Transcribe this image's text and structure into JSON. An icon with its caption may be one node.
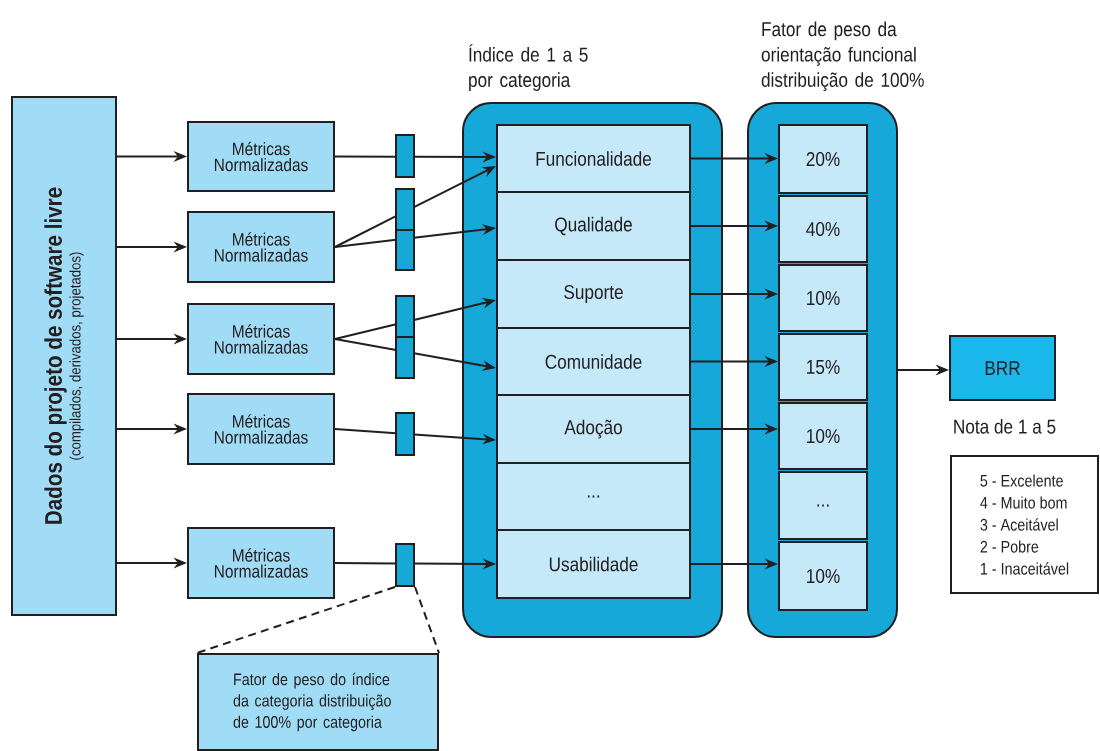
{
  "diagram": {
    "nodes": [
      {
        "text": [
          "Dados do projeto de software livre",
          "(compilados, derivados, projetados)"
        ]
      },
      {
        "text": [
          "Métricas Normalizadas"
        ]
      },
      {
        "text": [
          "Métricas Normalizadas"
        ]
      },
      {
        "text": [
          "Métricas Normalizadas"
        ]
      },
      {
        "text": [
          "Métricas Normalizadas"
        ]
      },
      {
        "text": [
          "Métricas Normalizadas"
        ]
      },
      {
        "text": [],
        "shape": "bar"
      },
      {
        "text": [],
        "shape": "bar"
      },
      {
        "text": [],
        "shape": "bar"
      },
      {
        "text": [],
        "shape": "bar"
      },
      {
        "text": [],
        "shape": "bar"
      },
      {
        "text": [],
        "shape": "bar"
      },
      {
        "text": [],
        "shape": "bar"
      },
      {
        "text": [
          "Índice de 1 a 5 por categoria"
        ]
      },
      {
        "text": [
          "Funcionalidade"
        ],
        "in": 13
      },
      {
        "text": [
          "Qualidade"
        ],
        "in": 13
      },
      {
        "text": [
          "Suporte"
        ],
        "in": 13
      },
      {
        "text": [
          "Comunidade"
        ],
        "in": 13
      },
      {
        "text": [
          "Adoção"
        ],
        "in": 13
      },
      {
        "text": [
          "..."
        ],
        "in": 13
      },
      {
        "text": [
          "Usabilidade"
        ],
        "in": 13
      },
      {
        "text": [
          "Fator de peso da orientação funcional distribuição de 100%"
        ]
      },
      {
        "text": [
          "20%"
        ],
        "in": 21
      },
      {
        "text": [
          "40%"
        ],
        "in": 21
      },
      {
        "text": [
          "10%"
        ],
        "in": 21
      },
      {
        "text": [
          "15%"
        ],
        "in": 21
      },
      {
        "text": [
          "10%"
        ],
        "in": 21
      },
      {
        "text": [
          "..."
        ],
        "in": 21
      },
      {
        "text": [
          "10%"
        ],
        "in": 21
      },
      {
        "text": [
          "BRR"
        ],
        "beside": [
          "Nota de 1 a 5"
        ]
      },
      {
        "text": [
          "5 - Excelente",
          "4 - Muito bom",
          "3 - Aceitável",
          "2 - Pobre",
          "1 - Inaceitável"
        ]
      },
      {
        "text": [
          "Fator de peso do índice da categoria distribuição de 100% por categoria"
        ]
      }
    ],
    "edges": [
      {
        "from": 0,
        "to": 1,
        "arrow": "to"
      },
      {
        "from": 0,
        "to": 2,
        "arrow": "to"
      },
      {
        "from": 0,
        "to": 3,
        "arrow": "to"
      },
      {
        "from": 0,
        "to": 4,
        "arrow": "to"
      },
      {
        "from": 0,
        "to": 5,
        "arrow": "to"
      },
      {
        "from": 1,
        "to": 6,
        "arrow": "none"
      },
      {
        "from": 6,
        "to": 14,
        "arrow": "to"
      },
      {
        "from": 2,
        "to": 7,
        "arrow": "none"
      },
      {
        "from": 7,
        "to": 14,
        "arrow": "to"
      },
      {
        "from": 2,
        "to": 8,
        "arrow": "none"
      },
      {
        "from": 8,
        "to": 15,
        "arrow": "to"
      },
      {
        "from": 3,
        "to": 9,
        "arrow": "none"
      },
      {
        "from": 9,
        "to": 16,
        "arrow": "to"
      },
      {
        "from": 3,
        "to": 10,
        "arrow": "none"
      },
      {
        "from": 10,
        "to": 17,
        "arrow": "to"
      },
      {
        "from": 4,
        "to": 11,
        "arrow": "none"
      },
      {
        "from": 11,
        "to": 18,
        "arrow": "to"
      },
      {
        "from": 5,
        "to": 12,
        "arrow": "none"
      },
      {
        "from": 12,
        "to": 20,
        "arrow": "to"
      },
      {
        "from": 14,
        "to": 22,
        "arrow": "to"
      },
      {
        "from": 15,
        "to": 23,
        "arrow": "to"
      },
      {
        "from": 16,
        "to": 24,
        "arrow": "to"
      },
      {
        "from": 17,
        "to": 25,
        "arrow": "to"
      },
      {
        "from": 18,
        "to": 26,
        "arrow": "to"
      },
      {
        "from": 20,
        "to": 28,
        "arrow": "to"
      },
      {
        "from": 21,
        "to": 29,
        "arrow": "to"
      },
      {
        "from": 12,
        "to": 31,
        "arrow": "none",
        "style": "dashed"
      },
      {
        "from": 12,
        "to": 31,
        "arrow": "none",
        "style": "dashed"
      }
    ]
  }
}
